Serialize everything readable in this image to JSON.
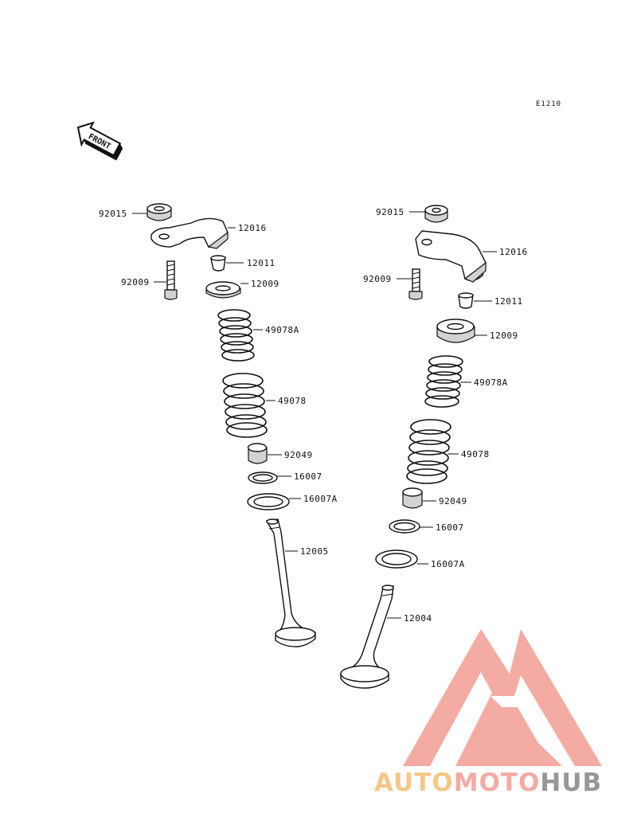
{
  "ref_code": "E1210",
  "front_arrow": {
    "label": "FRONT",
    "icon": "front-arrow-icon"
  },
  "labels": {
    "left": {
      "p92015": "92015",
      "p12016": "12016",
      "p12011": "12011",
      "p92009": "92009",
      "p12009": "12009",
      "p49078A": "49078A",
      "p49078": "49078",
      "p92049": "92049",
      "p16007": "16007",
      "p16007A": "16007A",
      "p12005": "12005"
    },
    "right": {
      "p92015": "92015",
      "p12016": "12016",
      "p92009": "92009",
      "p12011": "12011",
      "p12009": "12009",
      "p49078A": "49078A",
      "p49078": "49078",
      "p92049": "92049",
      "p16007": "16007",
      "p16007A": "16007A",
      "p12004": "12004"
    }
  },
  "watermark": {
    "text_auto": "AUTO",
    "text_moto": "MOTO",
    "text_hub": "HUB",
    "colors": {
      "auto": "#f6c27a",
      "moto": "#f3a29a",
      "hub": "#8c8c8c",
      "triangle": "#f3a29a"
    }
  }
}
